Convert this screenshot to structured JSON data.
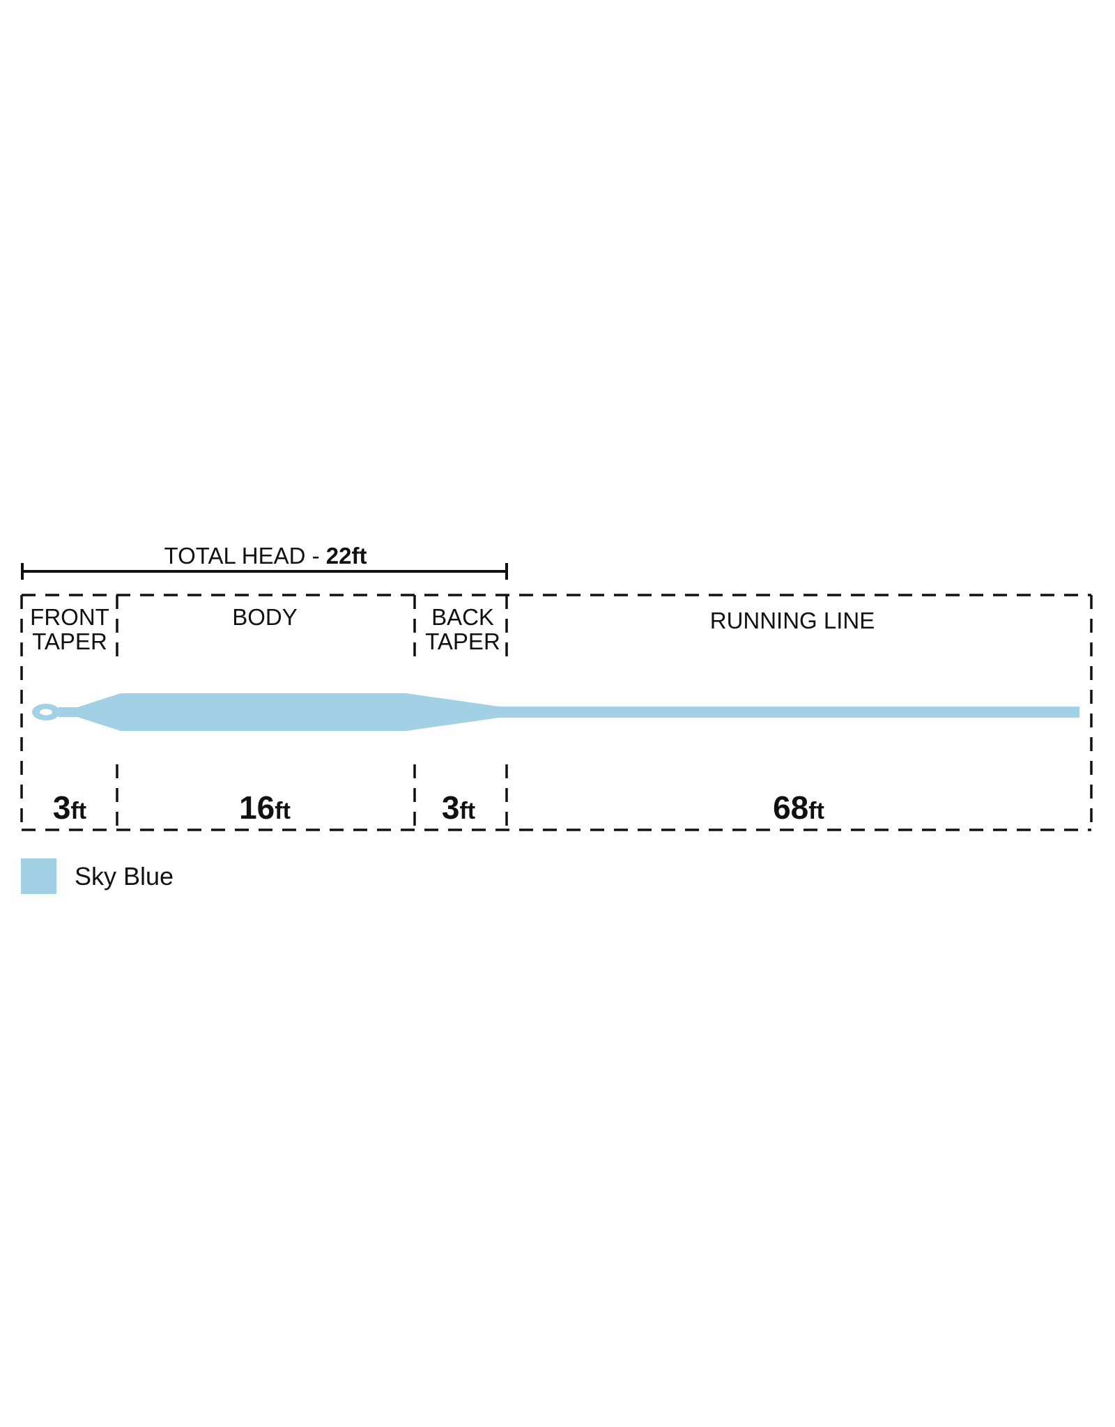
{
  "total_head": {
    "label": "TOTAL HEAD - ",
    "value": "22",
    "unit": "ft"
  },
  "sections": [
    {
      "label_line1": "FRONT",
      "label_line2": "TAPER",
      "value": "3",
      "unit": "ft"
    },
    {
      "label_line1": "BODY",
      "label_line2": "",
      "value": "16",
      "unit": "ft"
    },
    {
      "label_line1": "BACK",
      "label_line2": "TAPER",
      "value": "3",
      "unit": "ft"
    },
    {
      "label_line1": "RUNNING LINE",
      "label_line2": "",
      "value": "68",
      "unit": "ft"
    }
  ],
  "legend": {
    "label": "Sky Blue",
    "color": "#a2d1e6"
  },
  "colors": {
    "line": "#a2d1e6",
    "ink": "#111111"
  }
}
